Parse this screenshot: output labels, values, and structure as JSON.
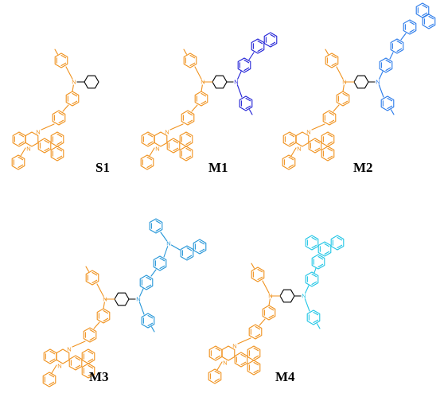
{
  "molecules": [
    {
      "label": "S1"
    },
    {
      "label": "M1"
    },
    {
      "label": "M2"
    },
    {
      "label": "M3"
    },
    {
      "label": "M4"
    }
  ],
  "atoms": {
    "nitrogen": "N"
  },
  "colors": {
    "core": "#f0921e",
    "m1_arm": "#2222d6",
    "m2_arm": "#2b7bea",
    "m3_arm": "#2596d8",
    "m4_arm": "#22c6e6",
    "cyclohexane": "#000000",
    "label": "#000000"
  }
}
